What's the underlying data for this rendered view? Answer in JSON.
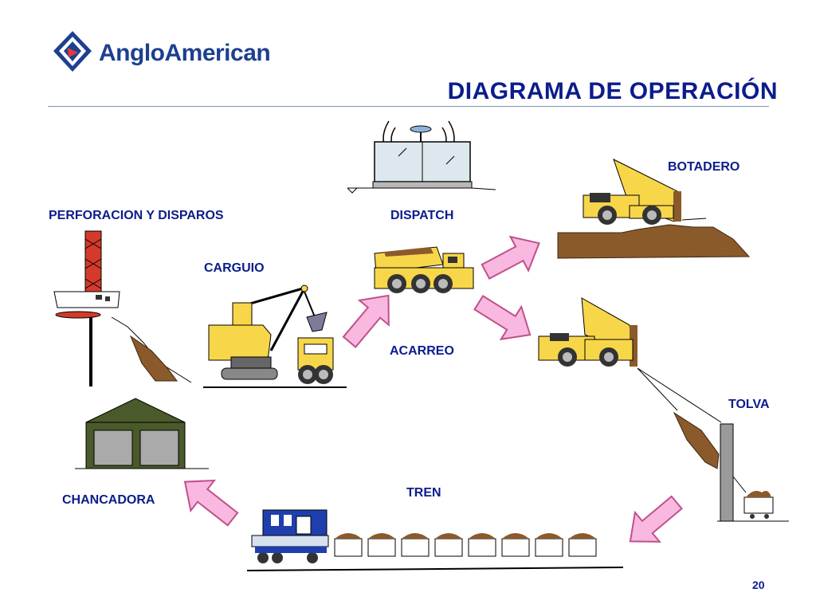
{
  "header": {
    "brand": "AngloAmerican",
    "title": "DIAGRAMA DE OPERACIÓN"
  },
  "labels": {
    "perforacion": "PERFORACION Y DISPAROS",
    "dispatch": "DISPATCH",
    "botadero": "BOTADERO",
    "carguio": "CARGUIO",
    "acarreo": "ACARREO",
    "tolva": "TOLVA",
    "chancadora": "CHANCADORA",
    "tren": "TREN"
  },
  "footer": {
    "page_number": "20"
  },
  "colors": {
    "title": "#0b1c8c",
    "arrow_fill": "#f9b8e0",
    "arrow_stroke": "#c0508a",
    "truck_yellow": "#f7d64a",
    "ore_brown": "#8b5a2b",
    "drill_red": "#d43a2a",
    "locomotive_blue": "#1f3fae",
    "building_green": "#4a5a2a"
  },
  "icons": [
    "anglo-american-logo",
    "dispatch-tower-icon",
    "drill-rig-icon",
    "shovel-icon",
    "haul-truck-icon",
    "dump-truck-icon",
    "crusher-building-icon",
    "train-icon",
    "hopper-icon",
    "flow-arrow-icon"
  ]
}
